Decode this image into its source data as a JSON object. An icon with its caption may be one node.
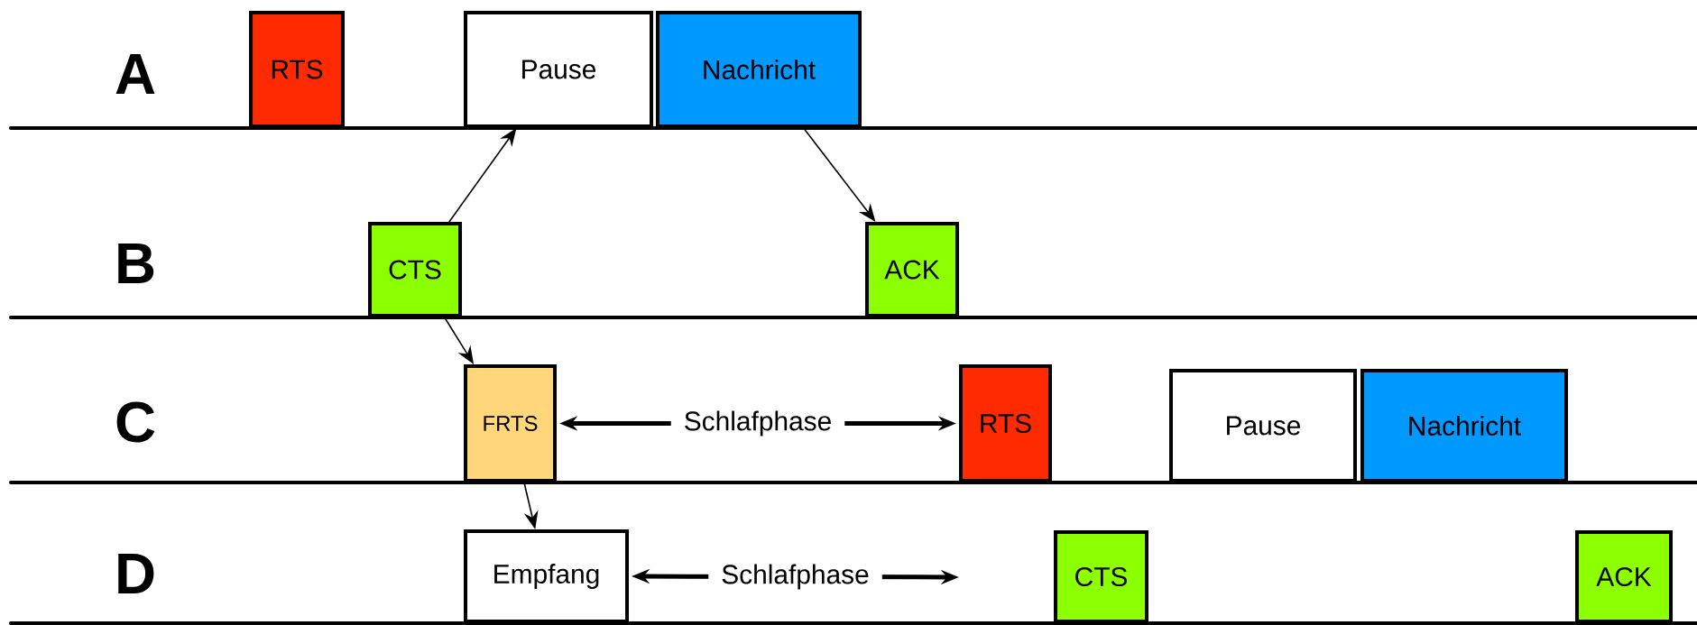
{
  "diagram": {
    "nodes": [
      {
        "text": [
          "RTS"
        ]
      },
      {
        "text": [
          "Pause"
        ]
      },
      {
        "text": [
          "Nachricht"
        ]
      },
      {
        "text": [
          "CTS"
        ]
      },
      {
        "text": [
          "ACK"
        ]
      },
      {
        "text": [
          "FRTS"
        ]
      },
      {
        "text": [
          "RTS"
        ]
      },
      {
        "text": [
          "Pause"
        ]
      },
      {
        "text": [
          "Nachricht"
        ]
      },
      {
        "text": [
          "Empfang"
        ]
      },
      {
        "text": [
          "CTS"
        ]
      },
      {
        "text": [
          "ACK"
        ]
      }
    ],
    "edges": [
      {
        "from": 3,
        "to": 1,
        "arrow": "to"
      },
      {
        "from": 2,
        "to": 4,
        "arrow": "to"
      },
      {
        "from": 3,
        "to": 5,
        "arrow": "to"
      },
      {
        "from": 5,
        "to": 9,
        "arrow": "to"
      },
      {
        "from": 5,
        "to": 6,
        "arrow": "both",
        "label": "Schlafphase",
        "style": "thick"
      },
      {
        "from": 9,
        "to": null,
        "arrow": "both",
        "label": "Schlafphase",
        "style": "thick"
      }
    ],
    "labels": [
      "A",
      "B",
      "C",
      "D"
    ]
  }
}
